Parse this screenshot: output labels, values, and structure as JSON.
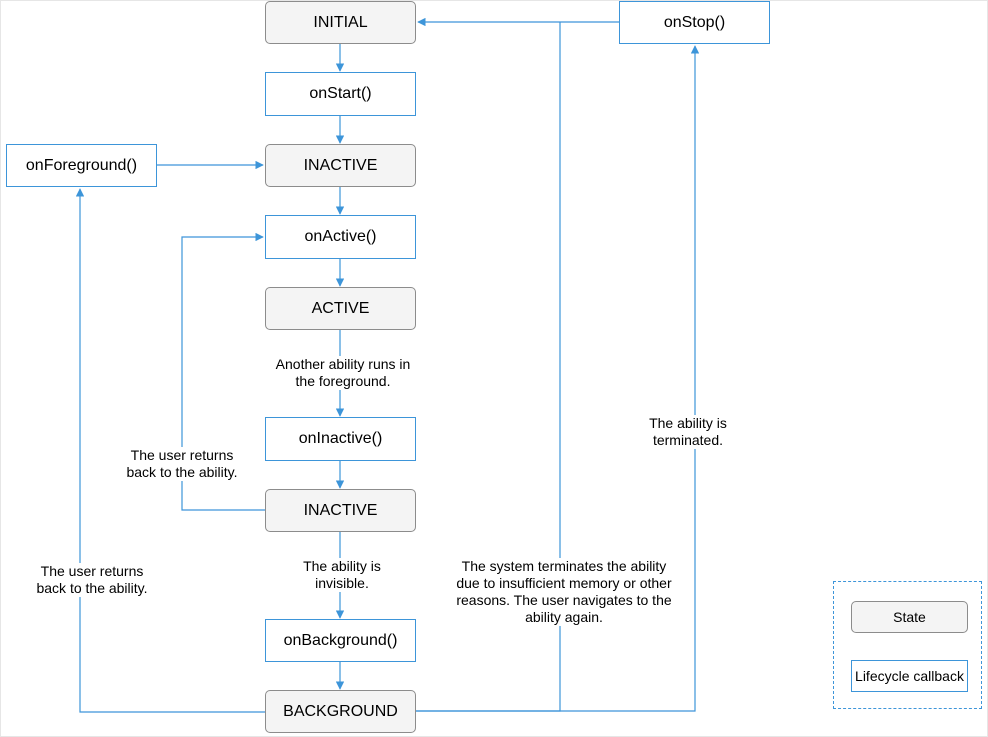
{
  "states": {
    "initial": "INITIAL",
    "inactive_1": "INACTIVE",
    "active": "ACTIVE",
    "inactive_2": "INACTIVE",
    "background": "BACKGROUND"
  },
  "callbacks": {
    "on_start": "onStart()",
    "on_active": "onActive()",
    "on_inactive": "onInactive()",
    "on_background": "onBackground()",
    "on_foreground": "onForeground()",
    "on_stop": "onStop()"
  },
  "annotations": {
    "another_ability": "Another ability runs in the foreground.",
    "user_returns_left": "The user returns back to the ability.",
    "user_returns_inner": "The user returns back to the ability.",
    "ability_invisible": "The ability is invisible.",
    "system_terminates": "The system terminates the ability due to insufficient memory or other reasons. The user navigates to the ability again.",
    "ability_terminated": "The ability is terminated."
  },
  "legend": {
    "state": "State",
    "lifecycle_callback": "Lifecycle callback"
  },
  "colors": {
    "arrow": "#3d95d9",
    "state_fill": "#f4f4f4",
    "state_border": "#8c8c8c",
    "callback_border": "#3d95d9"
  }
}
